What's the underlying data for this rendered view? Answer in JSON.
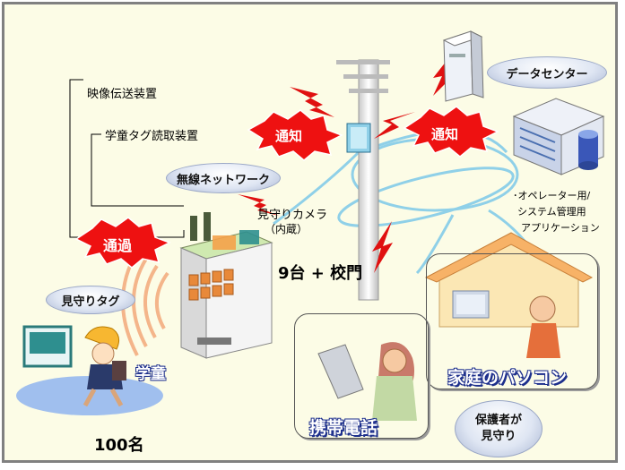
{
  "labels": {
    "video_device": "映像伝送装置",
    "tag_reader": "学童タグ読取装置",
    "wireless_network": "無線ネットワーク",
    "camera_line1": "見守りカメラ",
    "camera_line2": "（内蔵）",
    "count_units": "9台 + 校門",
    "watch_tag": "見守りタグ",
    "student": "学童",
    "student_count": "100名",
    "mobile_phone": "携帯電話",
    "home_pc": "家庭のパソコン",
    "guardian_line1": "保護者が",
    "guardian_line2": "見守り",
    "data_center": "データセンター",
    "app_line1": "･オペレーター用/",
    "app_line2": "システム管理用",
    "app_line3": "アプリケーション",
    "notify_left": "通知",
    "notify_right": "通知",
    "pass": "通過"
  },
  "colors": {
    "background": "#fcfce6",
    "burst": "#ee1111",
    "label_blue": "#1d2f8c",
    "network_line": "#7ec8e3"
  },
  "icons": [
    "server-icon",
    "building-icon",
    "database-icon",
    "antenna-pole-icon",
    "gate-reader-icon",
    "child-icon",
    "house-icon",
    "person-pc-icon",
    "woman-phone-icon"
  ]
}
